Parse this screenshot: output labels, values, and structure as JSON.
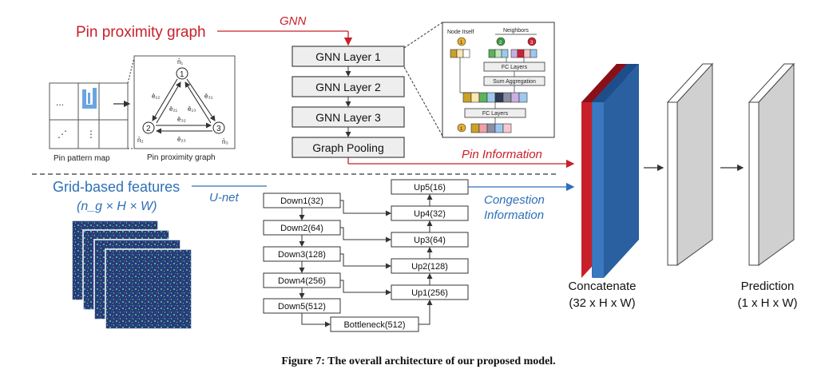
{
  "colors": {
    "red": "#c8202a",
    "blue": "#2e6fb7",
    "node_yellow": "#e8b030",
    "node_green": "#3b9a3b",
    "node_red": "#cc2233"
  },
  "pin_branch": {
    "title": "Pin proximity graph",
    "gnn_label": "GNN",
    "pattern_map_caption": "Pin pattern map",
    "graph_caption": "Pin proximity graph",
    "pattern_cells": [
      "...",
      "⋰",
      "⋮"
    ],
    "nodes": [
      "1",
      "2",
      "3"
    ],
    "node_labels": [
      "n̄₁",
      "n̄₂",
      "n̄₃"
    ],
    "edges": [
      "ē₁₂",
      "ē₂₁",
      "ē₁₃",
      "ē₃₁",
      "ē₃₂",
      "ē₂₃"
    ]
  },
  "gnn": {
    "layers": [
      "GNN Layer 1",
      "GNN Layer 2",
      "GNN Layer 3",
      "Graph Pooling"
    ],
    "output_label": "Pin Information"
  },
  "detail": {
    "node_itself": "Node Itself",
    "neighbors": "Neighbors",
    "fc_layers_top": "FC Layers",
    "sum_aggregation": "Sum Aggregation",
    "fc_layers_bottom": "FC Layers",
    "node_ids": [
      "1",
      "2",
      "3",
      "1"
    ]
  },
  "grid_branch": {
    "title": "Grid-based features",
    "dims": "(n_g × H × W)",
    "unet_label": "U-net",
    "down": [
      "Down1(32)",
      "Down2(64)",
      "Down3(128)",
      "Down4(256)",
      "Down5(512)"
    ],
    "up": [
      "Up5(16)",
      "Up4(32)",
      "Up3(64)",
      "Up2(128)",
      "Up1(256)"
    ],
    "bottleneck": "Bottleneck(512)",
    "output_label_1": "Congestion",
    "output_label_2": "Information"
  },
  "outputs": {
    "concat_label": "Concatenate",
    "concat_dims": "(32 x H x W)",
    "pred_label": "Prediction",
    "pred_dims": "(1 x H x W)"
  },
  "caption": "Figure 7: The overall architecture of our proposed model."
}
